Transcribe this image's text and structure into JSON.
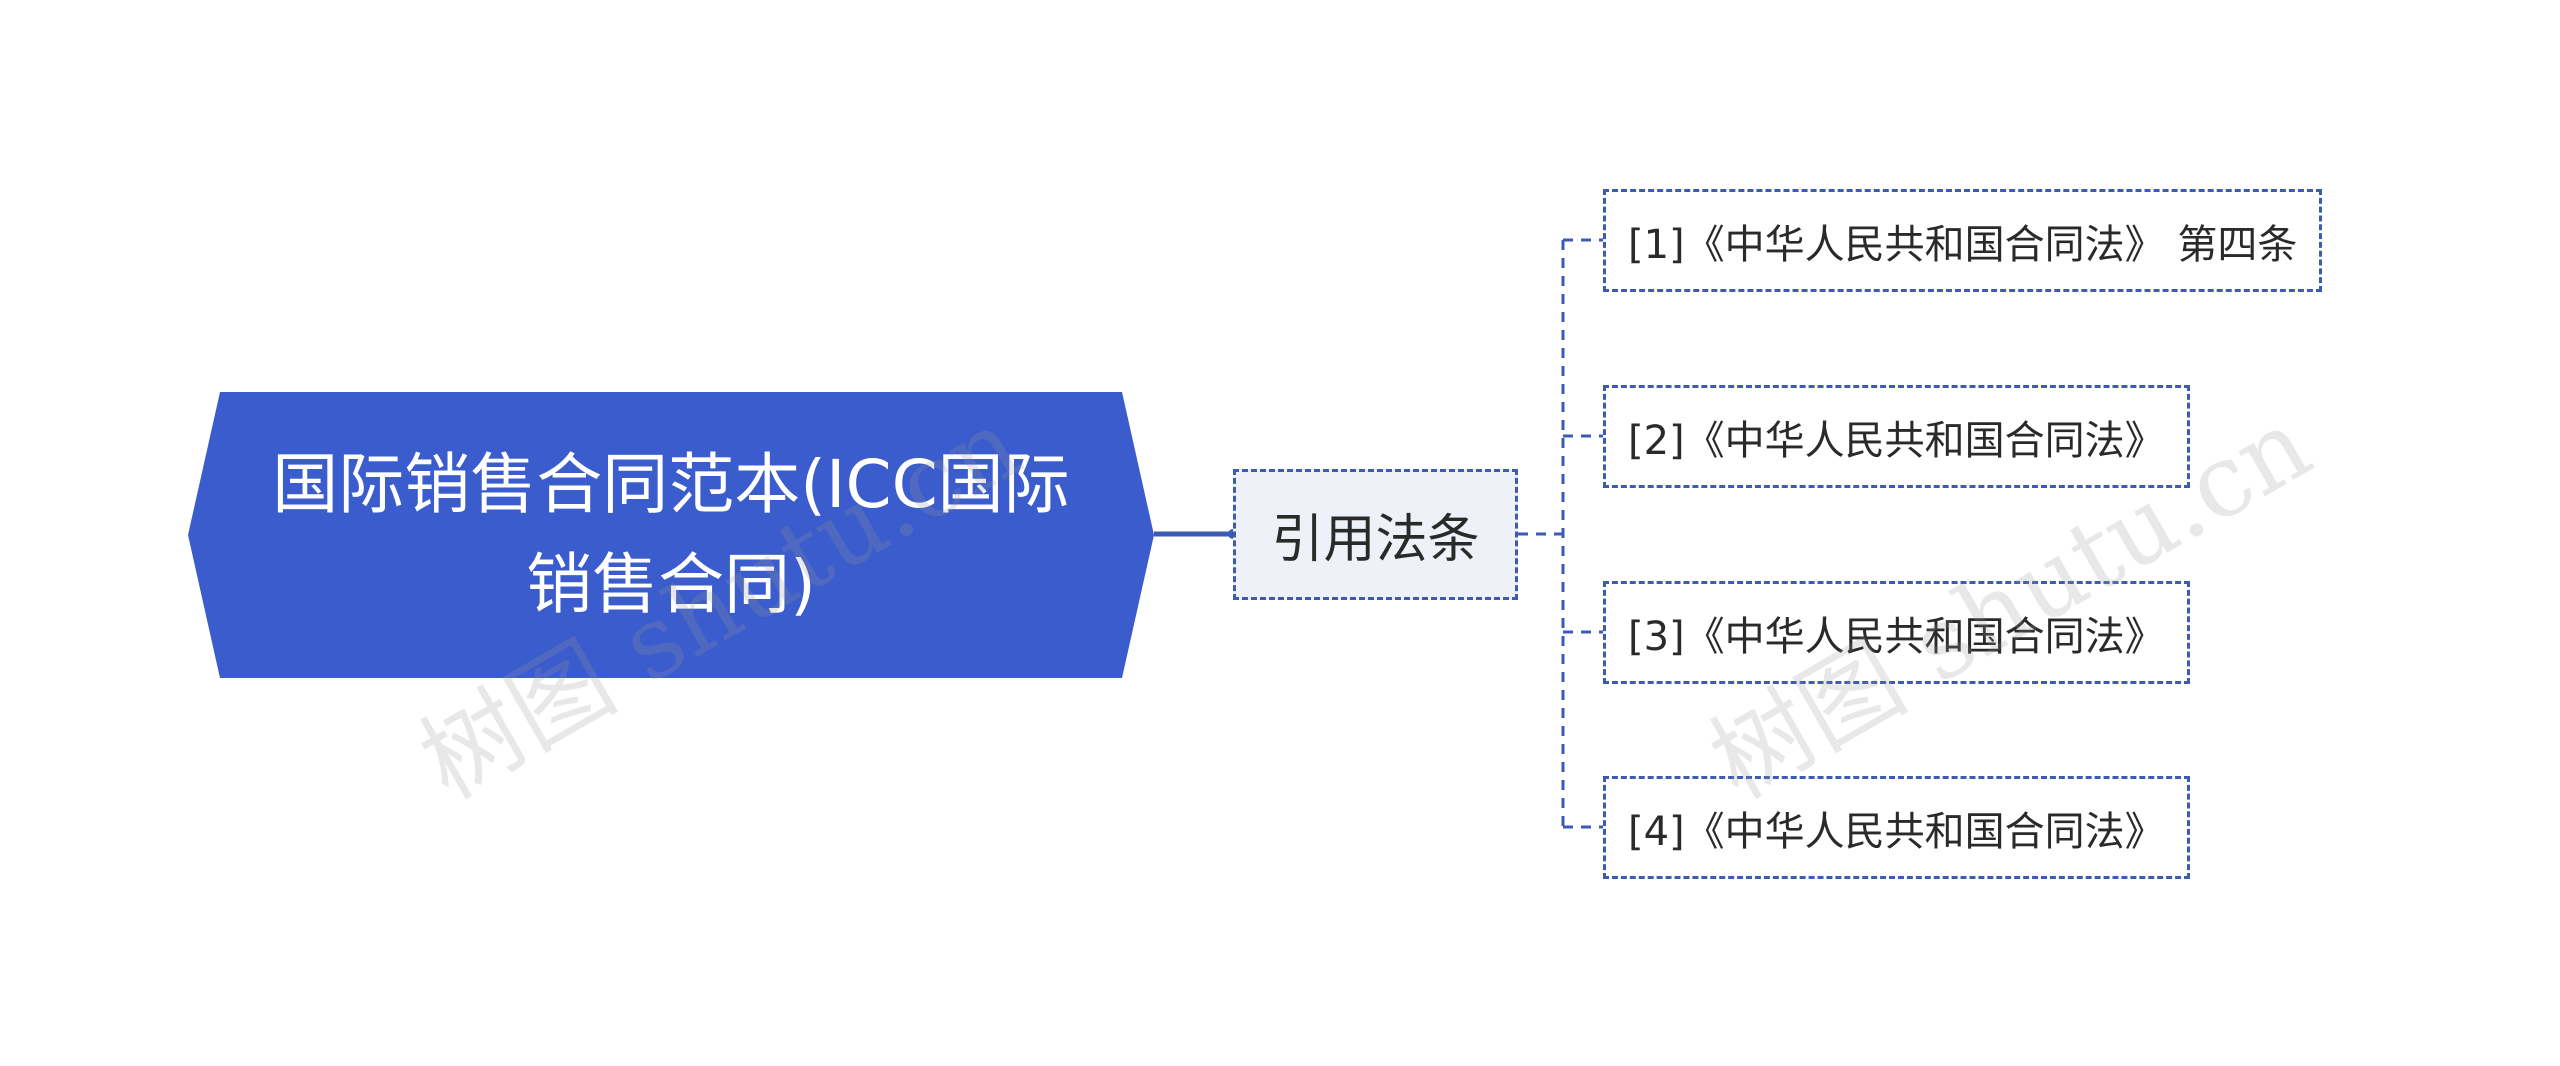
{
  "root": {
    "label": "国际销售合同范本(ICC国际销售合同)",
    "color": "#3b5ccc"
  },
  "branch": {
    "label": "引用法条"
  },
  "leaves": [
    {
      "label": "[1]《中华人民共和国合同法》 第四条"
    },
    {
      "label": "[2]《中华人民共和国合同法》"
    },
    {
      "label": "[3]《中华人民共和国合同法》"
    },
    {
      "label": "[4]《中华人民共和国合同法》"
    }
  ],
  "watermarks": [
    "树图 shutu.cn",
    "树图 shutu.cn"
  ],
  "colors": {
    "line": "#3b5bb5",
    "branch_fill": "#eef2f8",
    "text": "#2a2a2a"
  }
}
